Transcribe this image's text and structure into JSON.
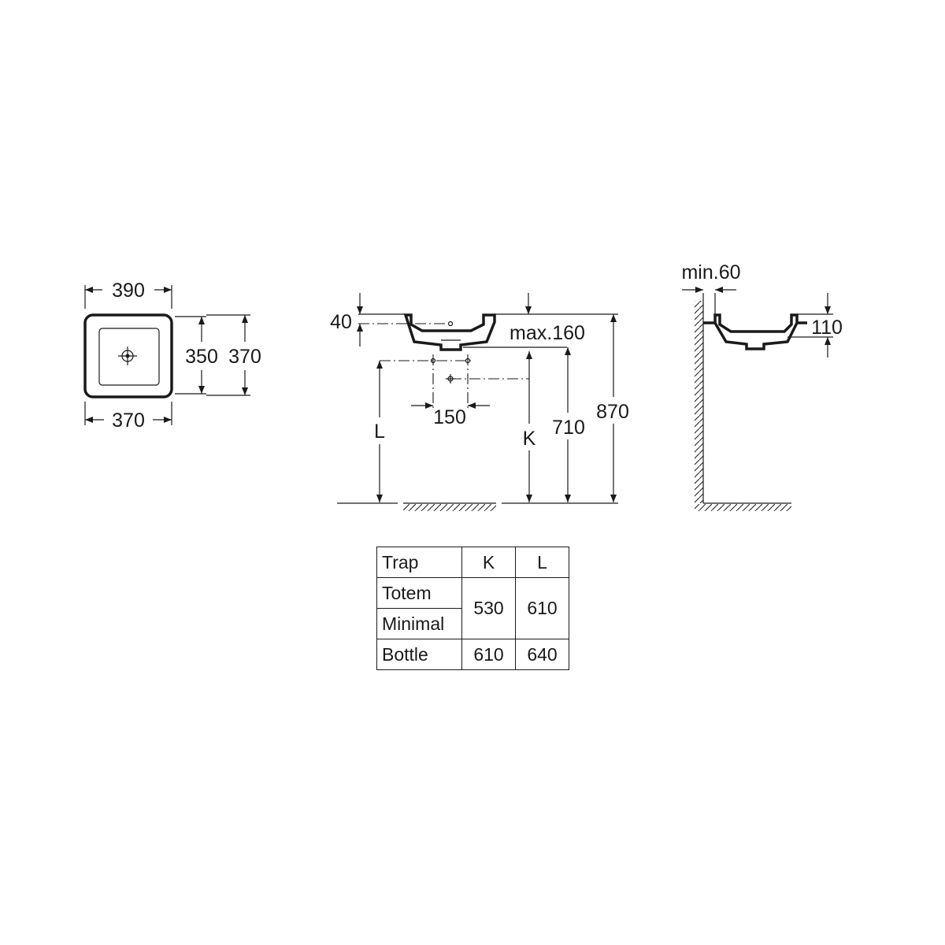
{
  "top_view": {
    "outer_width": "390",
    "inner_depth": "350",
    "outer_depth": "370",
    "bottom_width": "370"
  },
  "front_view": {
    "rim_height": "40",
    "max_faucet": "max.160",
    "spacing": "150",
    "label_L": "L",
    "label_K": "K",
    "height_710": "710",
    "height_870": "870"
  },
  "side_view": {
    "min_gap": "min.60",
    "basin_height": "110"
  },
  "trap_table": {
    "header": {
      "trap": "Trap",
      "k": "K",
      "l": "L"
    },
    "rows": [
      {
        "name": "Totem"
      },
      {
        "name": "Minimal"
      },
      {
        "name": "Bottle",
        "k": "610",
        "l": "640"
      }
    ],
    "shared": {
      "k": "530",
      "l": "610"
    }
  }
}
